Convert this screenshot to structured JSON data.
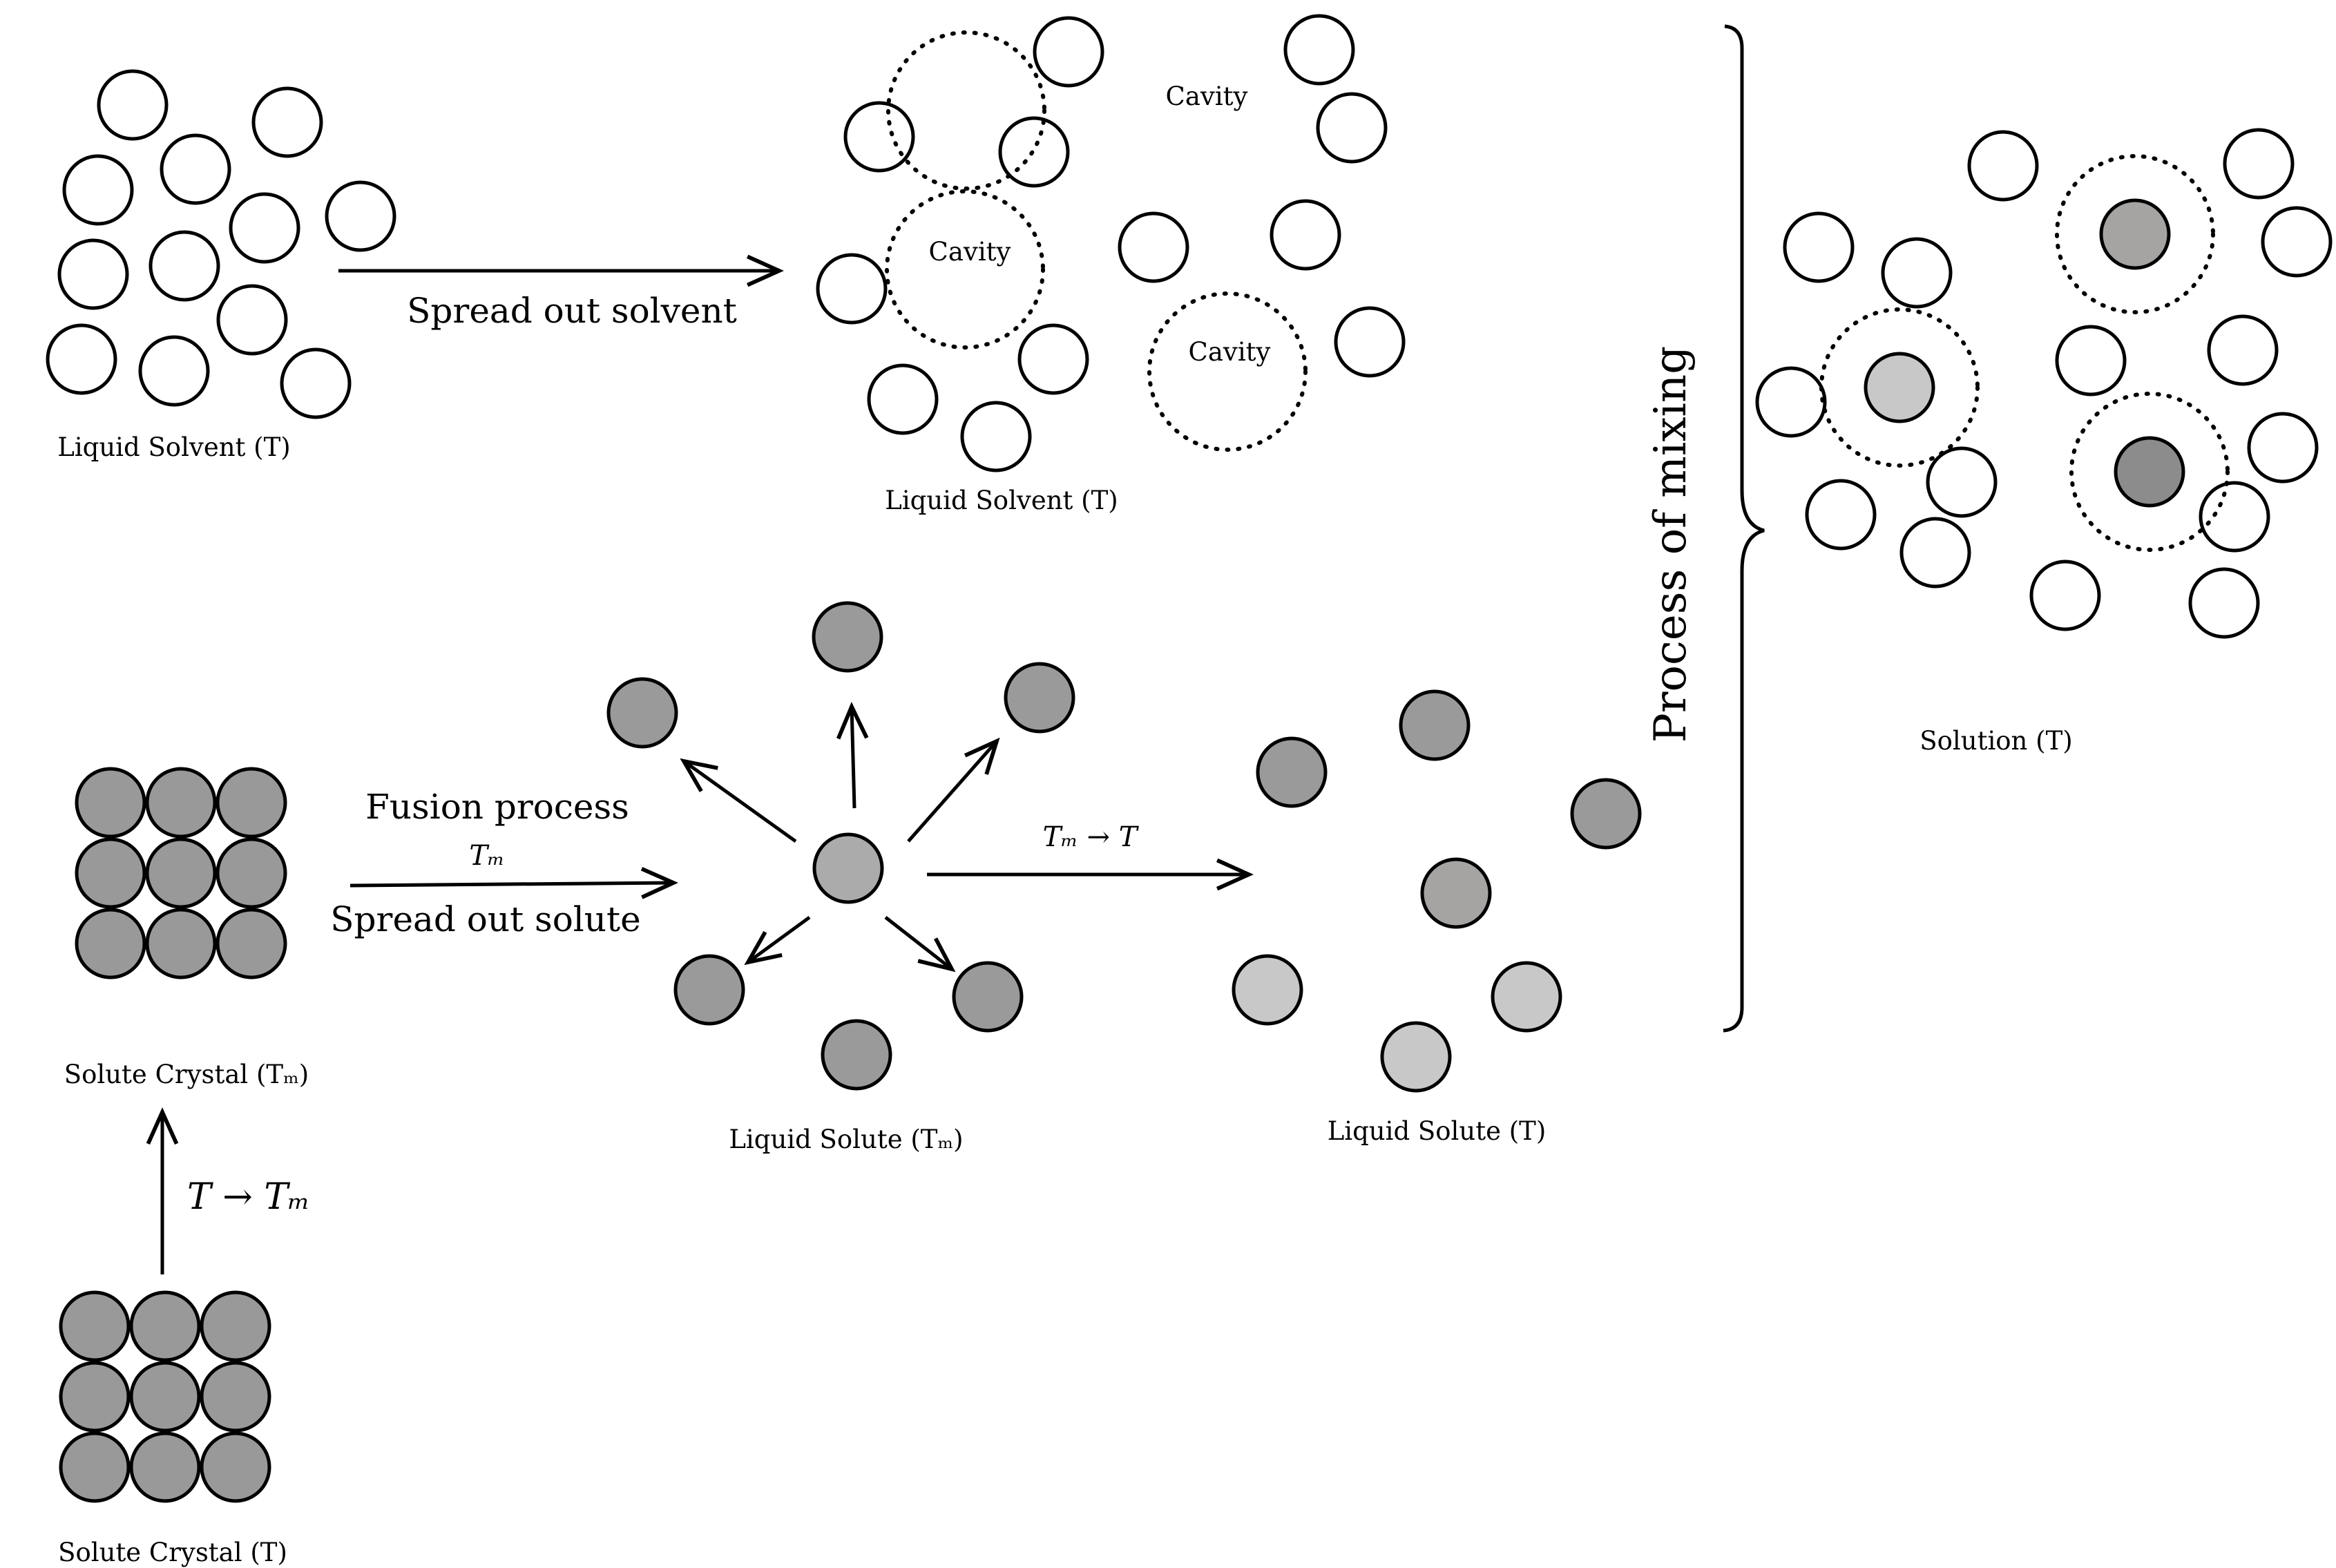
{
  "colors": {
    "solvent": "#ffffff",
    "solute_crystal": "#999999",
    "solute_dark": "#9a9a9a",
    "solute_center": "#ababab",
    "solute_light": "#c8c8c8",
    "solute_mid": "#a6a3a3",
    "solute_darkest": "#8c8c8c",
    "stroke": "#000000"
  },
  "labels": {
    "liquid_solvent_left": "Liquid Solvent (T)",
    "spread_out_solvent": "Spread out solvent",
    "liquid_solvent_right": "Liquid Solvent (T)",
    "cavity_1": "Cavity",
    "cavity_2": "Cavity",
    "cavity_3": "Cavity",
    "process_of_mixing": "Process of mixing",
    "solution": "Solution (T)",
    "solute_crystal_tm": "Solute Crystal (Tₘ)",
    "fusion_process": "Fusion process",
    "tm_arrow": "Tₘ",
    "spread_out_solute": "Spread out solute",
    "liquid_solute_tm": "Liquid Solute (Tₘ)",
    "tm_to_t": "Tₘ → T",
    "liquid_solute_t": "Liquid Solute (T)",
    "t_to_tm": "T → Tₘ",
    "solute_crystal_t": "Solute Crystal (T)"
  }
}
